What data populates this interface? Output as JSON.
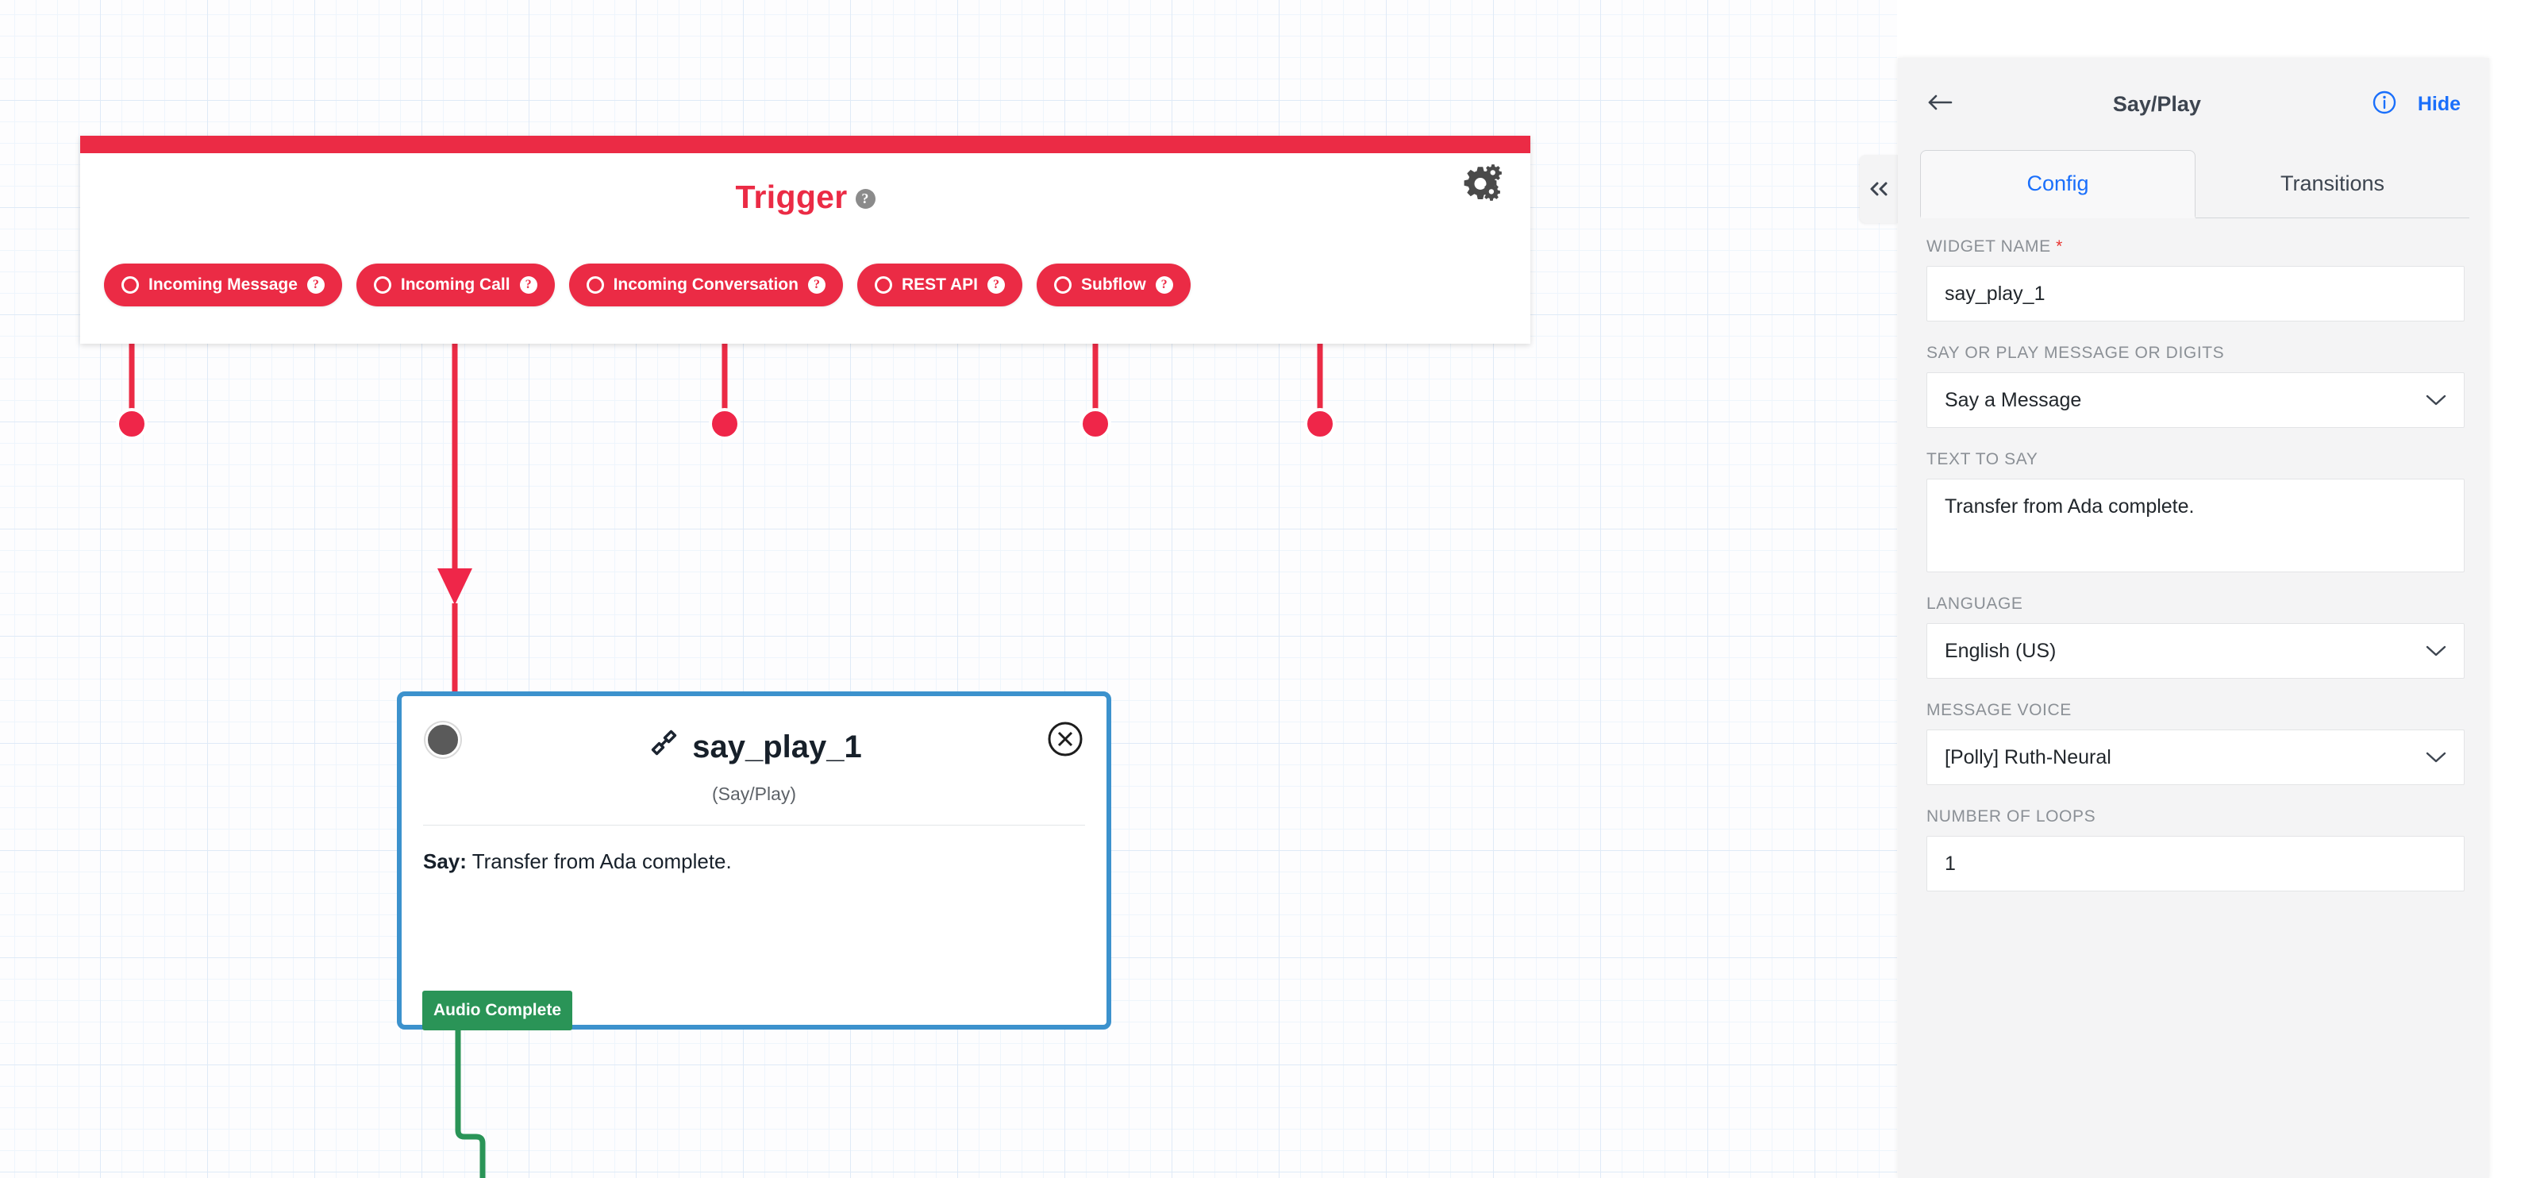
{
  "canvas": {
    "trigger": {
      "title": "Trigger",
      "help_icon": "question-mark-icon",
      "settings_icon": "gears-icon",
      "accent_color": "#eb2b45",
      "pills": [
        {
          "label": "Incoming Message",
          "help": "?"
        },
        {
          "label": "Incoming Call",
          "help": "?"
        },
        {
          "label": "Incoming Conversation",
          "help": "?"
        },
        {
          "label": "REST API",
          "help": "?"
        },
        {
          "label": "Subflow",
          "help": "?"
        }
      ]
    },
    "node": {
      "title": "say_play_1",
      "type_icon": "phone-icon",
      "subtitle": "(Say/Play)",
      "body_label": "Say:",
      "body_value": "Transfer from Ada complete.",
      "close_icon": "close-circle-icon",
      "handle_icon": "node-handle-dot",
      "border_color": "#3c92cd",
      "transition_chip": "Audio Complete",
      "transition_chip_color": "#2a9457"
    }
  },
  "panel": {
    "back_icon": "arrow-left-icon",
    "title": "Say/Play",
    "info_icon": "info-circle-icon",
    "hide_label": "Hide",
    "collapse_icon": "double-chevron-left-icon",
    "accent_color": "#1a6ffb",
    "tabs": [
      {
        "label": "Config",
        "active": true
      },
      {
        "label": "Transitions",
        "active": false
      }
    ],
    "fields": [
      {
        "label": "WIDGET NAME",
        "required": true,
        "control": "input",
        "value": "say_play_1",
        "placeholder": ""
      },
      {
        "label": "SAY OR PLAY MESSAGE OR DIGITS",
        "required": false,
        "control": "select",
        "value": "Say a Message",
        "chevron": "chevron-down-icon"
      },
      {
        "label": "TEXT TO SAY",
        "required": false,
        "control": "textarea",
        "value": "Transfer from Ada complete.",
        "placeholder": ""
      },
      {
        "label": "LANGUAGE",
        "required": false,
        "control": "select",
        "value": "English (US)",
        "chevron": "chevron-down-icon"
      },
      {
        "label": "MESSAGE VOICE",
        "required": false,
        "control": "select",
        "value": "[Polly] Ruth-Neural",
        "chevron": "chevron-down-icon"
      },
      {
        "label": "NUMBER OF LOOPS",
        "required": false,
        "control": "input",
        "value": "1",
        "placeholder": ""
      }
    ]
  }
}
